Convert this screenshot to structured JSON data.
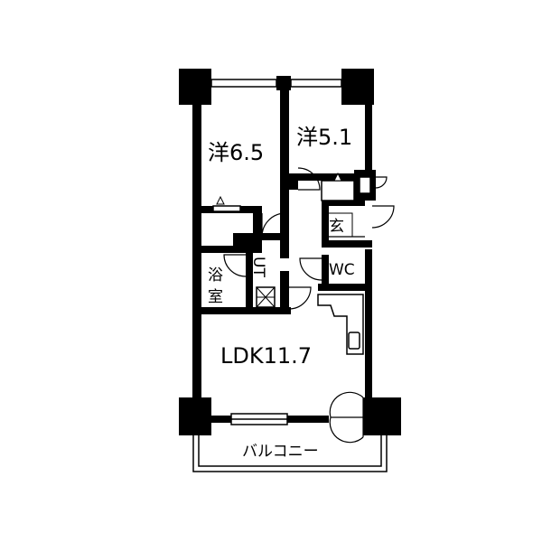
{
  "rooms": {
    "western1": "洋6.5",
    "western2": "洋5.1",
    "entrance": "玄",
    "wc": "WC",
    "ut": "UT",
    "bath_top": "浴",
    "bath_bottom": "室",
    "ldk": "LDK11.7",
    "balcony": "バルコニー"
  },
  "colors": {
    "wall": "#000000",
    "background": "#ffffff"
  }
}
